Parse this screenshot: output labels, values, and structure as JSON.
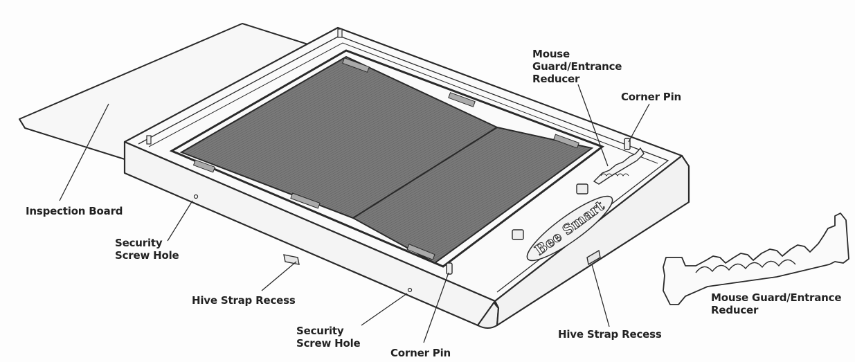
{
  "labels": {
    "inspection_board": "Inspection Board",
    "security_screw_hole_left": "Security\nScrew Hole",
    "security_screw_hole_bottom": "Security\nScrew Hole",
    "hive_strap_recess_left": "Hive Strap Recess",
    "hive_strap_recess_right": "Hive Strap Recess",
    "corner_pin_top": "Corner Pin",
    "corner_pin_bottom": "Corner Pin",
    "mouse_guard_top": "Mouse\nGuard/Entrance\nReducer",
    "mouse_guard_detail": "Mouse Guard/Entrance\nReducer"
  },
  "logo_text": "Bee Smart",
  "colors": {
    "line": "#2a2a2a",
    "screen": "#6f6f6f",
    "screen_dark": "#5a5a5a",
    "paper": "#fdfdfd"
  }
}
